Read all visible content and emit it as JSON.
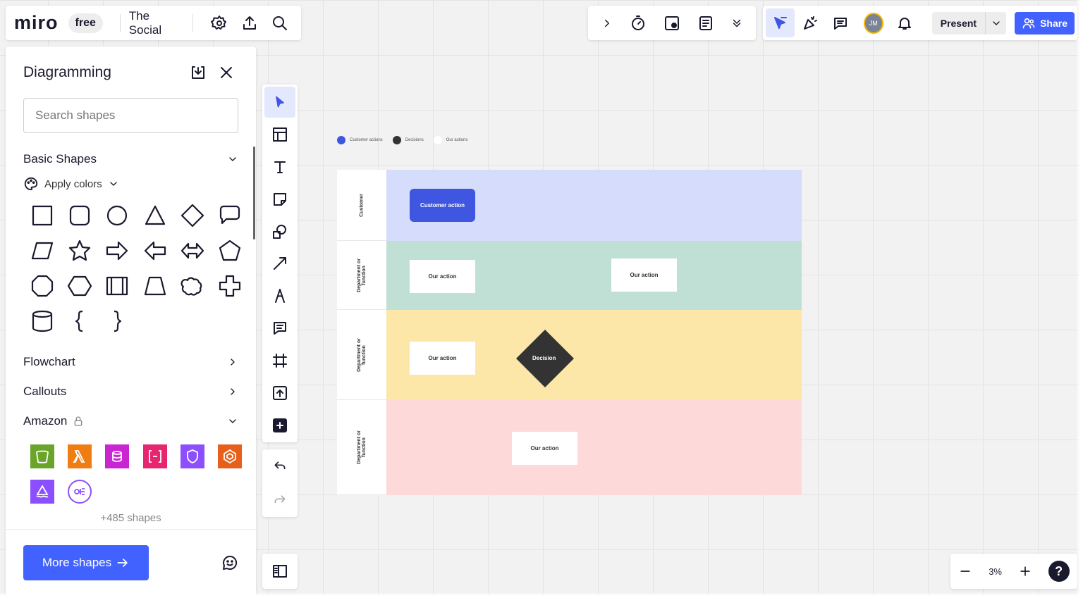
{
  "topbar": {
    "logo": "miro",
    "plan_badge": "free",
    "board_name": "The Social",
    "present_label": "Present",
    "share_label": "Share",
    "avatar_initials": "JM"
  },
  "diagramming": {
    "title": "Diagramming",
    "search_placeholder": "Search shapes",
    "basic_shapes_label": "Basic Shapes",
    "apply_colors_label": "Apply colors",
    "flowchart_label": "Flowchart",
    "callouts_label": "Callouts",
    "amazon_label": "Amazon",
    "more_count": "+485 shapes",
    "more_button": "More shapes"
  },
  "zoom": {
    "level": "3%"
  },
  "legend": [
    {
      "label": "Customer actions",
      "color": "#3e56e0"
    },
    {
      "label": "Decisions",
      "color": "#333333"
    },
    {
      "label": "Our actions",
      "color": "#ffffff"
    }
  ],
  "lanes": [
    {
      "label": "Customer",
      "color": "#d6dcfb"
    },
    {
      "label": "Department or function",
      "color": "#c0e0d6"
    },
    {
      "label": "Department or function",
      "color": "#fce7a8"
    },
    {
      "label": "Department or function",
      "color": "#fdd9d9"
    }
  ],
  "nodes": {
    "customer_action": "Customer action",
    "our_action_1": "Our action",
    "our_action_2": "Our action",
    "our_action_3": "Our action",
    "decision": "Decision",
    "our_action_4": "Our action"
  },
  "colors": {
    "accent": "#4262ff",
    "active_bg": "#e4e8fc",
    "aws_storage": "#6aa42b",
    "aws_compute": "#f07d12",
    "aws_database": "#c925d1",
    "aws_app": "#e6266f",
    "aws_network": "#8c4fff",
    "aws_iot": "#e7601b"
  }
}
